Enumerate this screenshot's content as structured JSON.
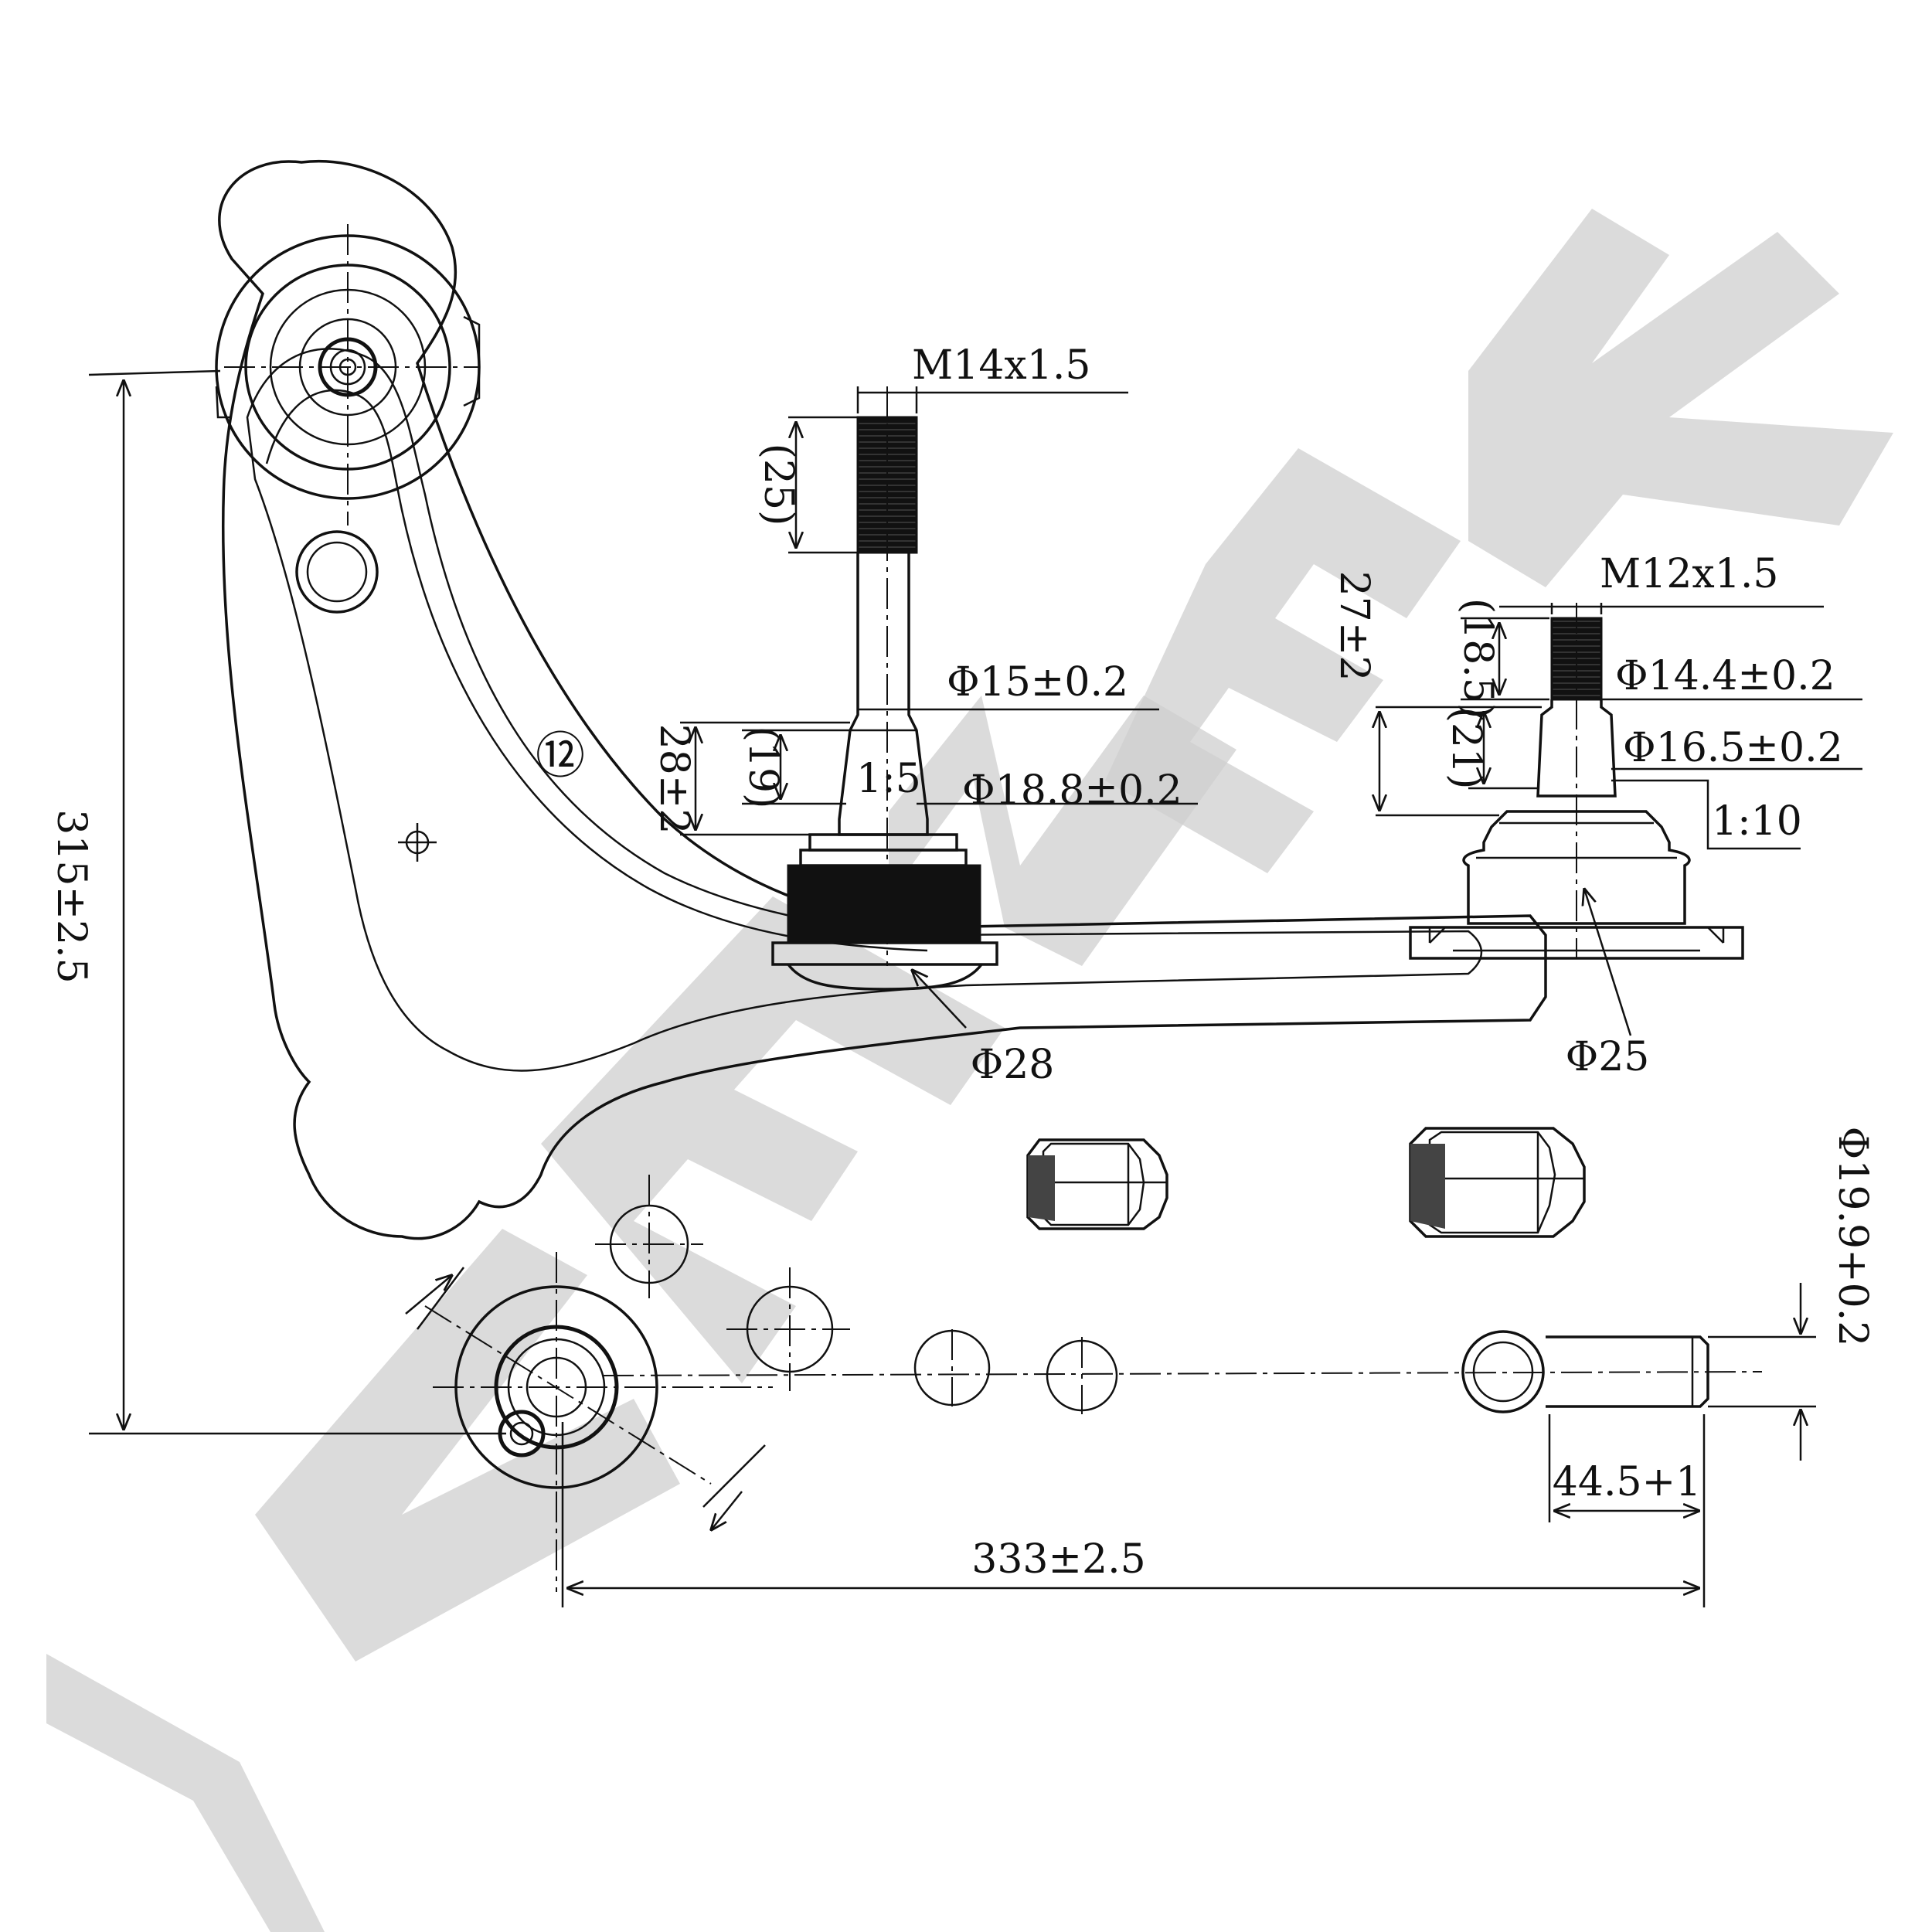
{
  "drawing": {
    "item_number": "⑫",
    "dimensions": {
      "height_overall": "315±2.5",
      "length_overall": "333±2.5",
      "shaft_length": "44.5+1",
      "shaft_dia": "Φ19.9+0.2"
    },
    "ball_joint_left": {
      "thread": "M14x1.5",
      "thread_len": "(25)",
      "dia1": "Φ15±0.2",
      "height": "28±2",
      "taper_len": "(19)",
      "taper": "1:5",
      "dia2": "Φ18.8±0.2",
      "stud_dia": "Φ28"
    },
    "ball_joint_right": {
      "thread": "M12x1.5",
      "thread_len": "(18.5)",
      "height": "27±2",
      "dia1": "Φ14.4±0.2",
      "taper_len": "(21)",
      "dia2": "Φ16.5±0.2",
      "taper": "1:10",
      "stud_dia": "Φ25"
    },
    "watermark": "ZENVEK",
    "colors": {
      "line": "#111111",
      "watermark": "#cfcfcf",
      "background": "#ffffff"
    }
  }
}
